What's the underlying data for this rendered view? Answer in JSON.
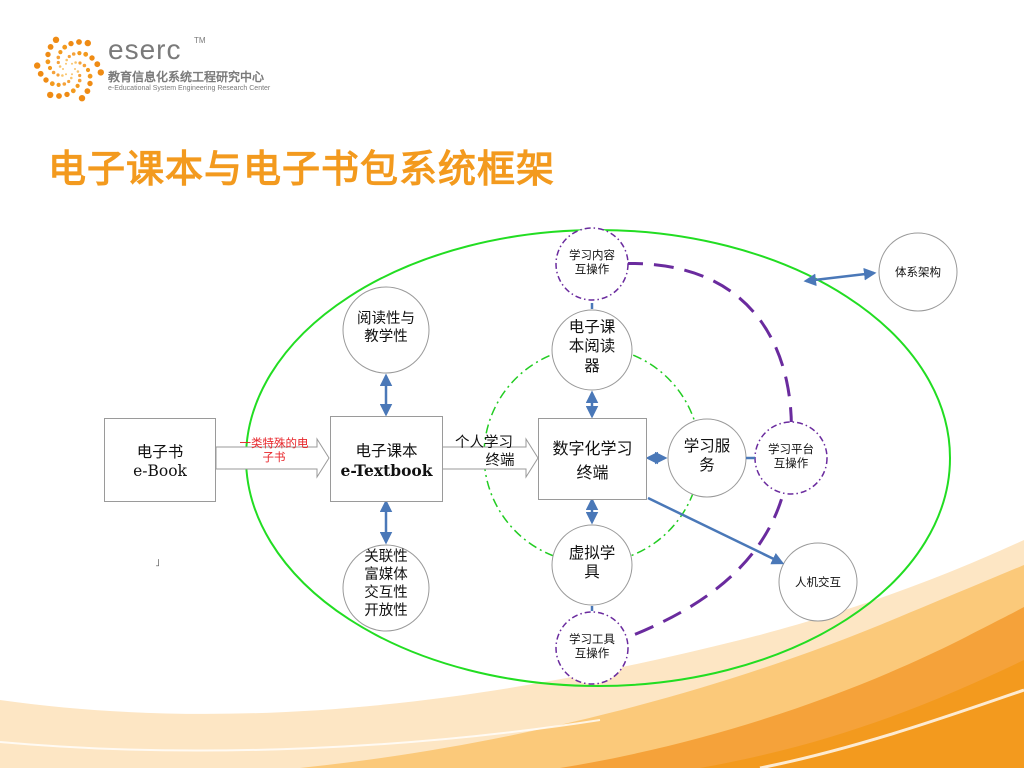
{
  "logo": {
    "brand": "eserc",
    "tm": "TM",
    "name_cn": "教育信息化系统工程研究中心",
    "name_en": "e-Educational System Engineering Research Center"
  },
  "title": "电子课本与电子书包系统框架",
  "diagram": {
    "ebook": {
      "line1": "电子书",
      "line2": "e-Book"
    },
    "special_label": {
      "line1": "一类特殊的电",
      "line2": "子书"
    },
    "etextbook": {
      "line1": "电子课本",
      "line2": "e-Textbook"
    },
    "reading_teaching": {
      "line1": "阅读性与",
      "line2": "教学性"
    },
    "related": {
      "line1": "关联性",
      "line2": "富媒体",
      "line3": "交互性",
      "line4": "开放性"
    },
    "personal_label": {
      "line1": "个人学习",
      "line2": "终端"
    },
    "digital_terminal": {
      "line1": "数字化学习",
      "line2": "终端"
    },
    "reader": {
      "line1": "电子课",
      "line2": "本阅读",
      "line3": "器"
    },
    "virtual_tools": {
      "line1": "虚拟学",
      "line2": "具"
    },
    "learning_service": {
      "line1": "学习服",
      "line2": "务"
    },
    "content_interop": {
      "line1": "学习内容",
      "line2": "互操作"
    },
    "platform_interop": {
      "line1": "学习平台",
      "line2": "互操作"
    },
    "tool_interop": {
      "line1": "学习工具",
      "line2": "互操作"
    },
    "architecture": "体系架构",
    "hci": "人机交互",
    "stray_mark": "˩"
  },
  "colors": {
    "title": "#f39a1e",
    "logo_gray": "#7a7a7a",
    "ellipse_green": "#22dd22",
    "dash_purple": "#6a2b9e",
    "arrow_blue": "#4a78b8",
    "label_red": "#e8262b",
    "swoosh_orange": "#f5a23a"
  }
}
